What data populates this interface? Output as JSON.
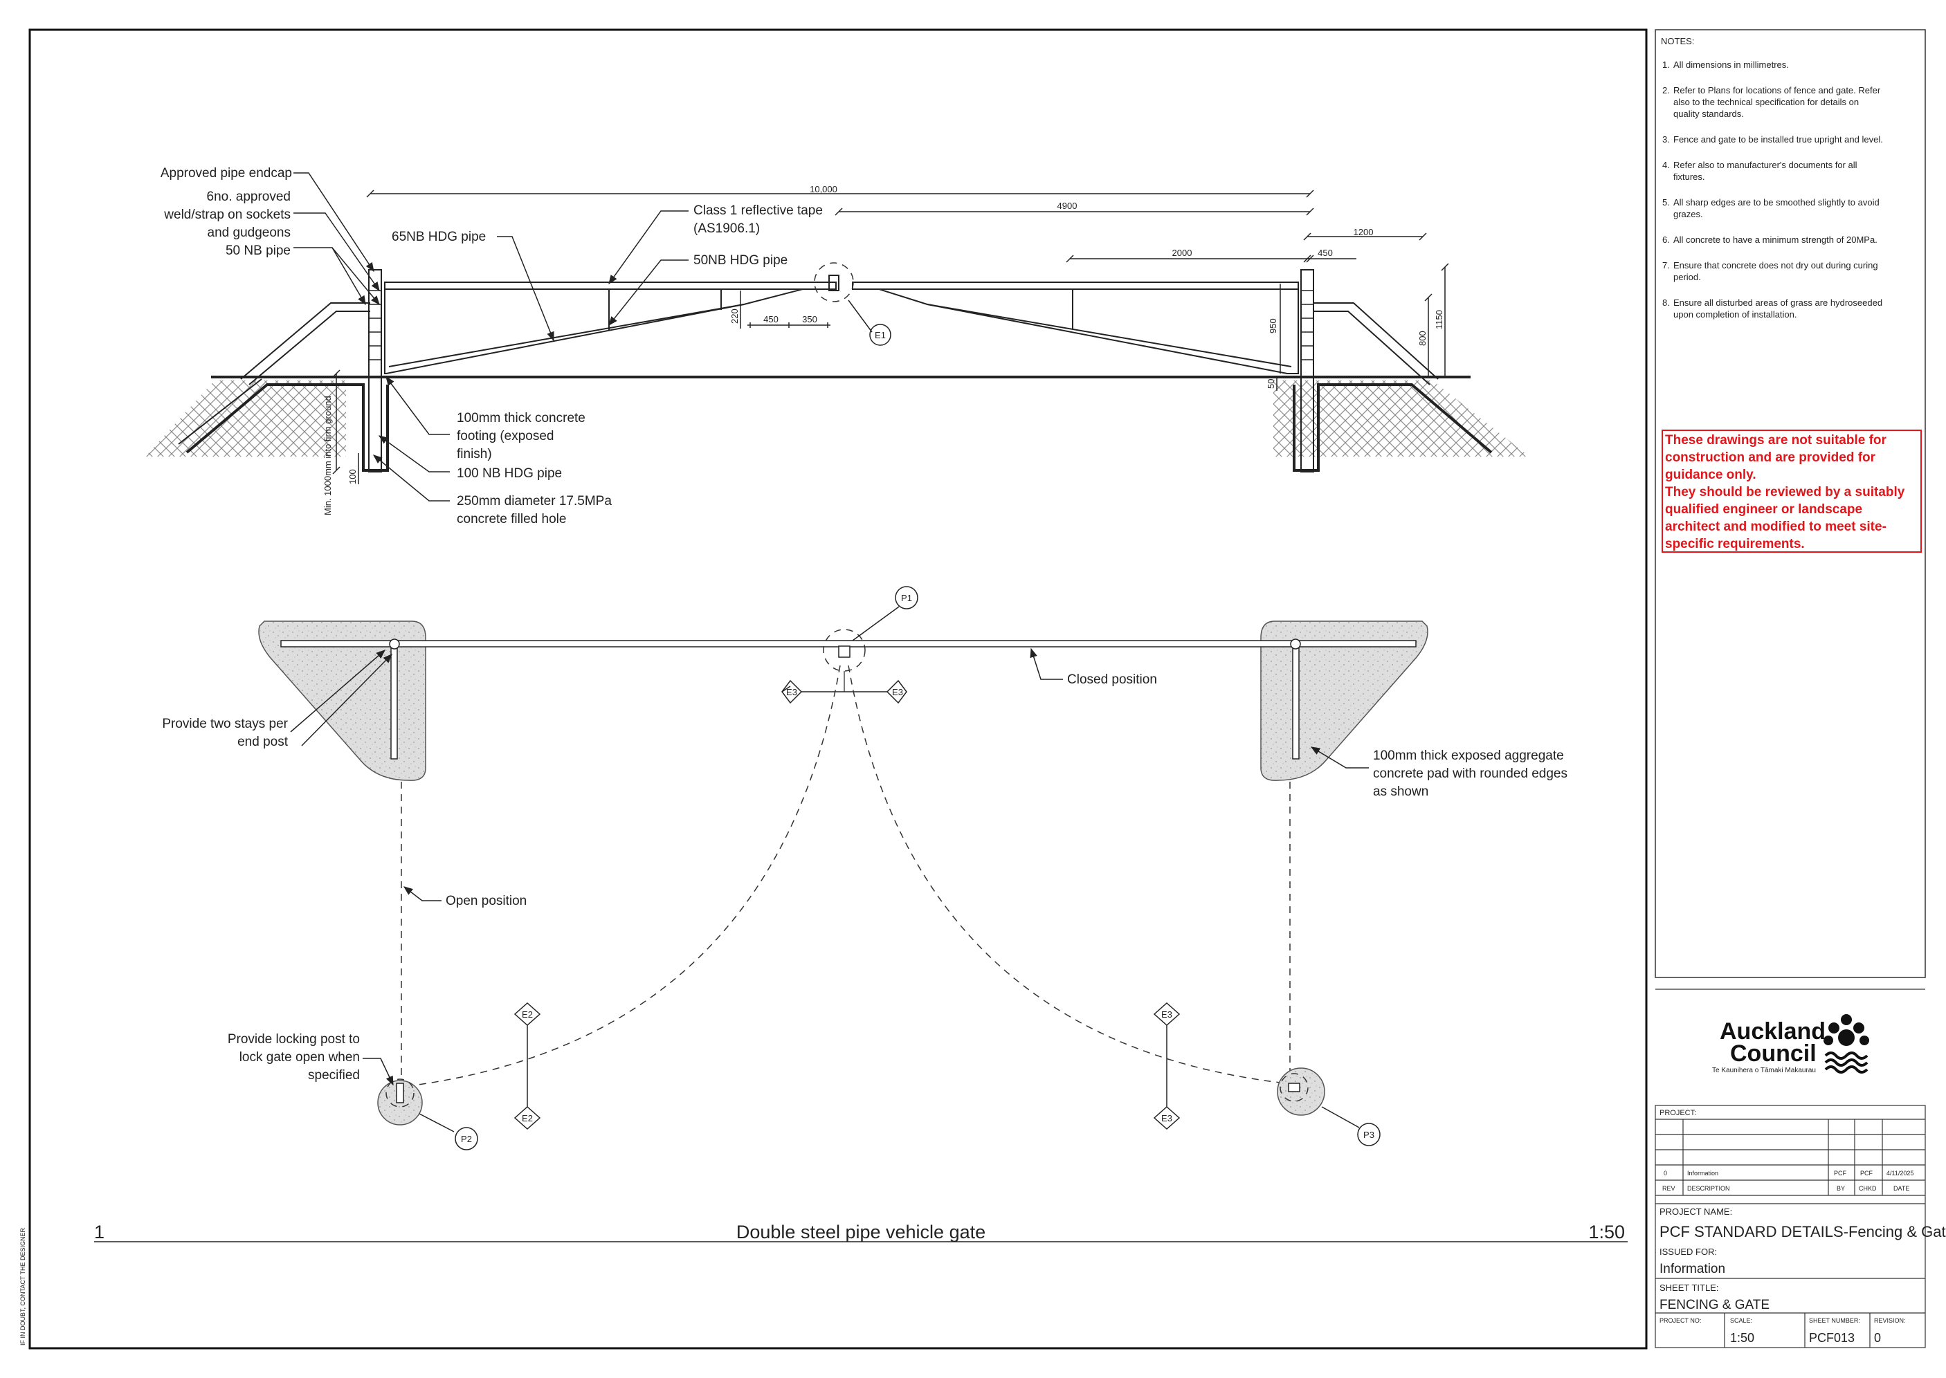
{
  "notes": {
    "heading": "NOTES:",
    "items": [
      {
        "num": "1.",
        "lines": [
          "All dimensions in millimetres."
        ]
      },
      {
        "num": "2.",
        "lines": [
          "Refer to Plans for locations of fence and gate. Refer",
          "also to the technical specification for details on",
          "quality standards."
        ]
      },
      {
        "num": "3.",
        "lines": [
          "Fence and gate to be installed true upright and level."
        ]
      },
      {
        "num": "4.",
        "lines": [
          "Refer also to manufacturer's documents for all",
          "fixtures."
        ]
      },
      {
        "num": "5.",
        "lines": [
          "All sharp edges are to be smoothed slightly to avoid",
          "grazes."
        ]
      },
      {
        "num": "6.",
        "lines": [
          "All concrete to have a minimum strength of 20MPa."
        ]
      },
      {
        "num": "7.",
        "lines": [
          "Ensure that concrete does not dry out during curing",
          "period."
        ]
      },
      {
        "num": "8.",
        "lines": [
          "Ensure all disturbed areas of grass are hydroseeded",
          "upon completion of installation."
        ]
      }
    ]
  },
  "warning": {
    "lines": [
      "These drawings are not suitable for",
      "construction and are provided for",
      "guidance only.",
      "They should be reviewed by a suitably",
      "qualified engineer or landscape",
      "architect and modified to meet site-",
      "specific requirements."
    ],
    "color": "#e0161b"
  },
  "logo": {
    "line1": "Auckland",
    "line2": "Council",
    "tagline": "Te Kaunihera o Tāmaki Makaurau"
  },
  "title_block": {
    "project_label": "PROJECT:",
    "revision_row": {
      "rev": "0",
      "description": "Information",
      "by": "PCF",
      "chkd": "PCF",
      "date": "4/11/2025"
    },
    "revision_headers": {
      "rev": "REV",
      "description": "DESCRIPTION",
      "by": "BY",
      "chkd": "CHKD",
      "date": "DATE"
    },
    "project_name_label": "PROJECT NAME:",
    "project_name": "PCF STANDARD DETAILS-Fencing & Gate",
    "issued_for_label": "ISSUED FOR:",
    "issued_for": "Information",
    "sheet_title_label": "SHEET TITLE:",
    "sheet_title": "FENCING & GATE",
    "project_no_label": "PROJECT NO:",
    "scale_label": "SCALE:",
    "scale": "1:50",
    "sheet_number_label": "SHEET NUMBER:",
    "sheet_number": "PCF013",
    "revision_label": "REVISION:",
    "revision": "0"
  },
  "drawing": {
    "number": "1",
    "title": "Double steel pipe vehicle gate",
    "scale": "1:50"
  },
  "margin_note": "IF IN DOUBT, CONTACT THE DESIGNER",
  "elevation_labels": {
    "endcap": "Approved pipe endcap",
    "weld": [
      "6no. approved",
      "weld/strap on sockets",
      "and gudgeons"
    ],
    "nb50": "50 NB pipe",
    "nb65": "65NB HDG pipe",
    "tape": [
      "Class 1 reflective tape",
      "(AS1906.1)"
    ],
    "nb50hdg": "50NB HDG pipe",
    "footing": [
      "100mm thick concrete",
      "footing (exposed",
      "finish)"
    ],
    "nb100": "100 NB HDG pipe",
    "hole": [
      "250mm diameter 17.5MPa",
      "concrete filled hole"
    ],
    "embed": "Min. 1000mm into firm ground"
  },
  "dimensions": {
    "d10000": "10,000",
    "d4900": "4900",
    "d2000": "2000",
    "d1200": "1200",
    "d450a": "450",
    "d450b": "450",
    "d350": "350",
    "d220": "220",
    "d950": "950",
    "d800": "800",
    "d1150": "1150",
    "d50": "50",
    "d100": "100"
  },
  "plan_labels": {
    "stays": [
      "Provide two stays per",
      "end post"
    ],
    "closed": "Closed position",
    "pad": [
      "100mm thick exposed aggregate",
      "concrete pad with rounded edges",
      "as shown"
    ],
    "open": "Open position",
    "locking": [
      "Provide locking post to",
      "lock gate open when",
      "specified"
    ]
  },
  "callouts": {
    "E1": "E1",
    "P1": "P1",
    "P2": "P2",
    "P3": "P3",
    "E2a": "E2",
    "E2b": "E2",
    "E3a": "E3",
    "E3b": "E3",
    "E3c": "E3",
    "E3d": "E3"
  }
}
